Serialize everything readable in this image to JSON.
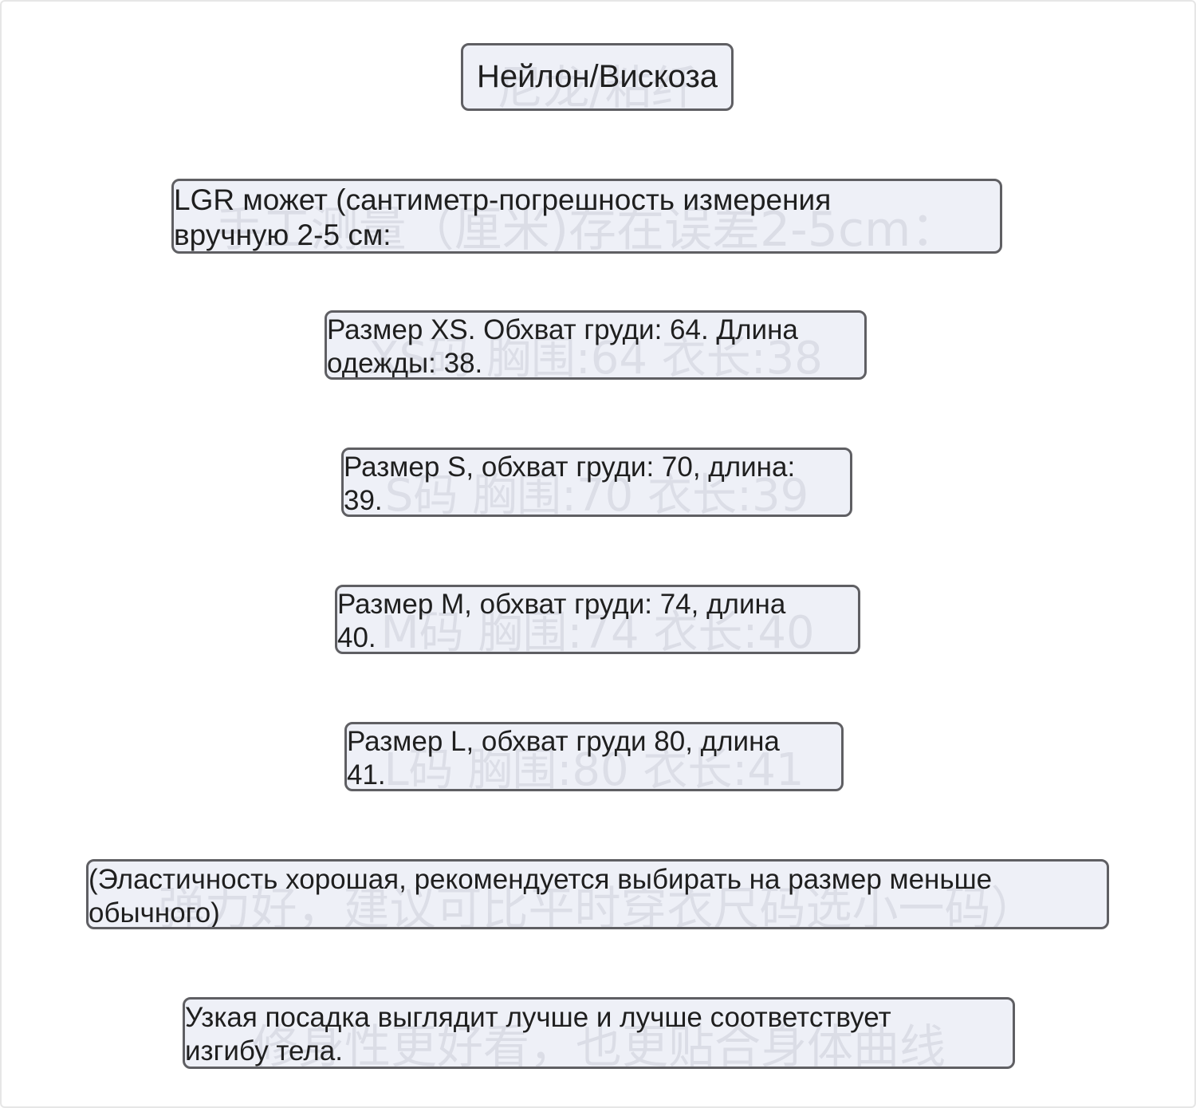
{
  "captions": {
    "material": "Нейлон/Вискоза",
    "measure_note": "LGR может (сантиметр-погрешность измерения\nвручную 2-5 см:",
    "size_xs": "Размер XS. Обхват груди: 64. Длина\nодежды: 38.",
    "size_s": "Размер S, обхват груди: 70, длина:\n39.",
    "size_m": "Размер M, обхват груди: 74, длина\n40.",
    "size_l": "Размер L, обхват груди 80, длина\n41.",
    "elasticity": "(Эластичность хорошая, рекомендуется выбирать на размер меньше\nобычного)",
    "fit": "Узкая посадка выглядит лучше и лучше соответствует\nизгибу тела."
  },
  "background_text": {
    "material": "尼龙/粘纤",
    "measure_note": "手工测量（厘米)存在误差2-5cm：",
    "size_xs": "XS码 胸围:64 衣长:38",
    "size_s": "S码 胸围:70 衣长:39",
    "size_m": "M码 胸围:74 衣长:40",
    "size_l": "L码 胸围:80 衣长:41",
    "elasticity": "弹力好，建议可比平时穿衣尺码选小一码）",
    "fit": "修身性更好看，也更贴合身体曲线"
  },
  "colors": {
    "box_fill": "#eef0f7",
    "box_border": "#5f5f63",
    "text": "#1f1f1f"
  }
}
